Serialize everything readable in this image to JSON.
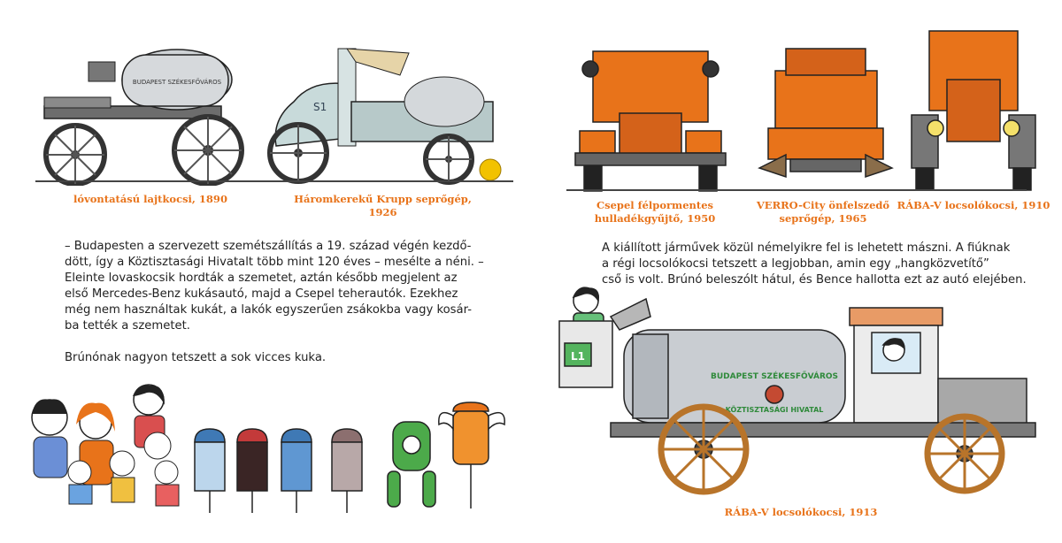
{
  "left_page": {
    "captions": {
      "lajtkocsi": "lóvontatású lajtkocsi, 1890",
      "krupp": "Háromkerekű Krupp seprőgép, 1926"
    },
    "paragraph_lines": [
      "– Budapesten a szervezett szemétszállítás a 19. század végén kezdő-",
      "dött, így a Köztisztasági Hivatalt több mint 120 éves – mesélte a néni. –",
      "Eleinte lovaskocsik hordták a szemetet, aztán később megjelent az",
      "első Mercedes-Benz kukásautó, majd a Csepel teherautók. Ezekhez",
      "még nem használtak kukát, a lakók egyszerűen zsákokba vagy kosár-",
      "ba tették a szemetet."
    ],
    "paragraph2": "Brúnónak nagyon tetszett a sok vicces kuka.",
    "krupp_plate": "S1"
  },
  "right_page": {
    "captions": {
      "csepel_line1": "Csepel félpormentes",
      "csepel_line2": "hulladékgyűjtő, 1950",
      "verro_line1": "VERRO-City önfelszedő",
      "verro_line2": "seprőgép, 1965",
      "raba1910": "RÁBA-V locsolókocsi, 1910",
      "raba1913": "RÁBA-V locsolókocsi, 1913"
    },
    "paragraph_lines": [
      "A kiállított járművek közül némelyikre fel is lehetett mászni. A fiúknak",
      "a régi locsolókocsi tetszett a legjobban, amin egy „hangközvetítő”",
      "cső is volt. Brúnó beleszólt hátul, és Bence hallotta ezt az autó elejében."
    ],
    "tank_text_line1": "BUDAPEST SZÉKESFŐVÁROS",
    "tank_text_line2": "KÖZTISZTASÁGI HIVATAL",
    "truck_plate": "L1"
  },
  "colors": {
    "caption": "#e8731a",
    "truck_orange": "#e8731a",
    "tank_silver": "#c9cdd2",
    "wheel_brown": "#b8742a",
    "cab_grey": "#e9e9e9"
  }
}
